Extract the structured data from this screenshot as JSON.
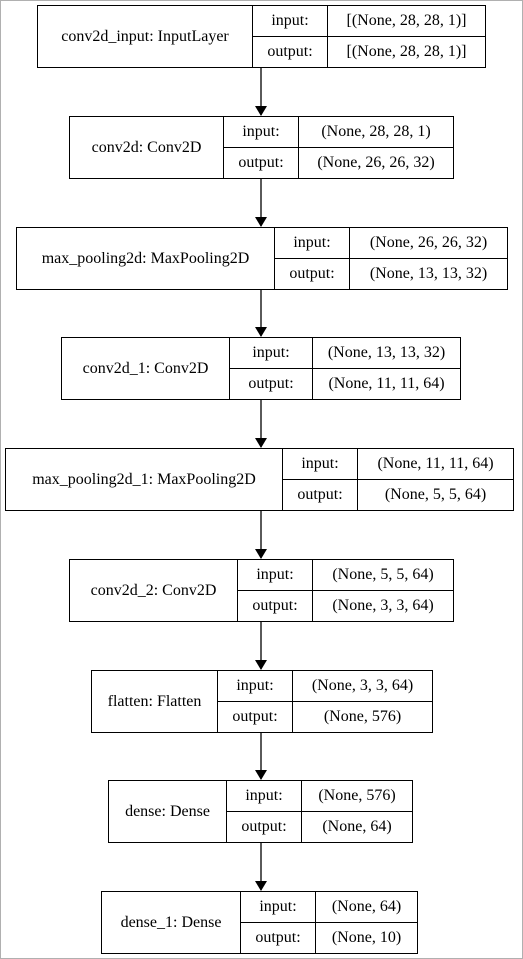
{
  "diagram": {
    "input_label": "input:",
    "output_label": "output:",
    "layers": [
      {
        "name": "conv2d_input: InputLayer",
        "input": "[(None, 28, 28, 1)]",
        "output": "[(None, 28, 28, 1)]"
      },
      {
        "name": "conv2d: Conv2D",
        "input": "(None, 28, 28, 1)",
        "output": "(None, 26, 26, 32)"
      },
      {
        "name": "max_pooling2d: MaxPooling2D",
        "input": "(None, 26, 26, 32)",
        "output": "(None, 13, 13, 32)"
      },
      {
        "name": "conv2d_1: Conv2D",
        "input": "(None, 13, 13, 32)",
        "output": "(None, 11, 11, 64)"
      },
      {
        "name": "max_pooling2d_1: MaxPooling2D",
        "input": "(None, 11, 11, 64)",
        "output": "(None, 5, 5, 64)"
      },
      {
        "name": "conv2d_2: Conv2D",
        "input": "(None, 5, 5, 64)",
        "output": "(None, 3, 3, 64)"
      },
      {
        "name": "flatten: Flatten",
        "input": "(None, 3, 3, 64)",
        "output": "(None, 576)"
      },
      {
        "name": "dense: Dense",
        "input": "(None, 576)",
        "output": "(None, 64)"
      },
      {
        "name": "dense_1: Dense",
        "input": "(None, 64)",
        "output": "(None, 10)"
      }
    ]
  }
}
